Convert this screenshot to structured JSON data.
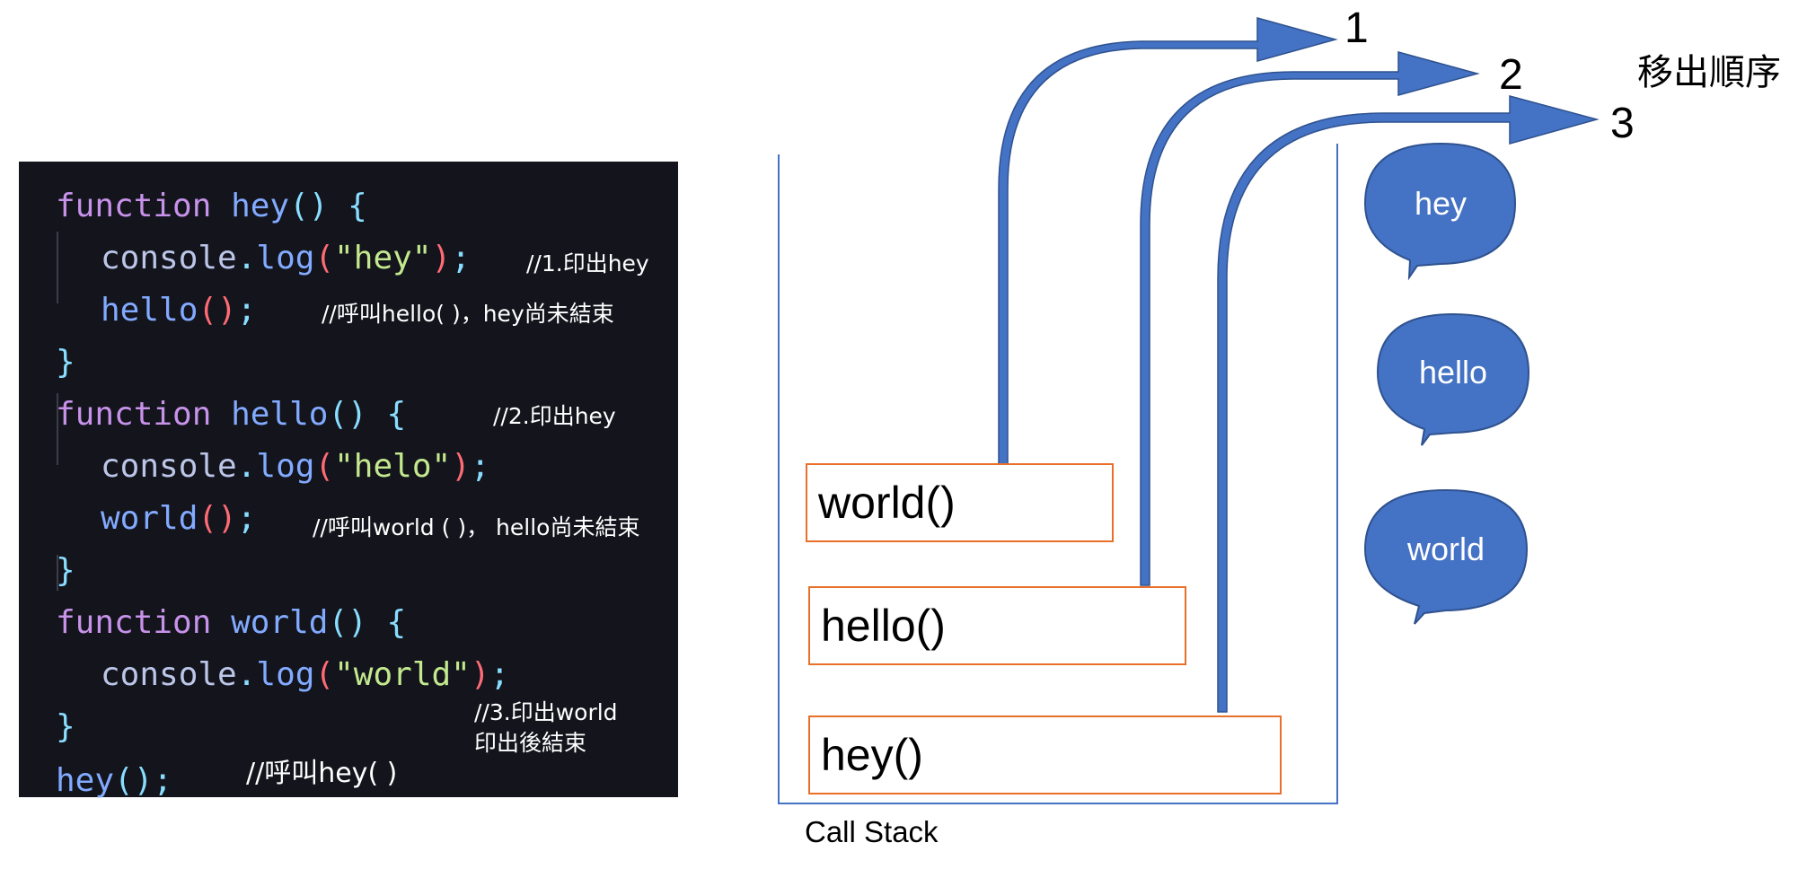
{
  "code": {
    "lines": [
      [
        {
          "t": "function",
          "c": "kw"
        },
        {
          "t": " hey",
          "c": "fn"
        },
        {
          "t": "()",
          "c": "pn"
        },
        {
          "t": " {",
          "c": "pn"
        }
      ],
      [
        {
          "t": "console",
          "c": "id"
        },
        {
          "t": ".",
          "c": "pn"
        },
        {
          "t": "log",
          "c": "fn"
        },
        {
          "t": "(",
          "c": "br"
        },
        {
          "t": "\"hey\"",
          "c": "st"
        },
        {
          "t": ")",
          "c": "br"
        },
        {
          "t": ";",
          "c": "pn"
        }
      ],
      [
        {
          "t": "hello",
          "c": "fn"
        },
        {
          "t": "()",
          "c": "br"
        },
        {
          "t": ";",
          "c": "pn"
        }
      ],
      [
        {
          "t": "}",
          "c": "pn"
        }
      ],
      [
        {
          "t": "function",
          "c": "kw"
        },
        {
          "t": " hello",
          "c": "fn"
        },
        {
          "t": "()",
          "c": "pn"
        },
        {
          "t": " {",
          "c": "pn"
        }
      ],
      [
        {
          "t": "console",
          "c": "id"
        },
        {
          "t": ".",
          "c": "pn"
        },
        {
          "t": "log",
          "c": "fn"
        },
        {
          "t": "(",
          "c": "br"
        },
        {
          "t": "\"helo\"",
          "c": "st"
        },
        {
          "t": ")",
          "c": "br"
        },
        {
          "t": ";",
          "c": "pn"
        }
      ],
      [
        {
          "t": "world",
          "c": "fn"
        },
        {
          "t": "()",
          "c": "br"
        },
        {
          "t": ";",
          "c": "pn"
        }
      ],
      [
        {
          "t": "}",
          "c": "pn"
        }
      ],
      [
        {
          "t": "function",
          "c": "kw"
        },
        {
          "t": " world",
          "c": "fn"
        },
        {
          "t": "()",
          "c": "pn"
        },
        {
          "t": " {",
          "c": "pn"
        }
      ],
      [
        {
          "t": "console",
          "c": "id"
        },
        {
          "t": ".",
          "c": "pn"
        },
        {
          "t": "log",
          "c": "fn"
        },
        {
          "t": "(",
          "c": "br"
        },
        {
          "t": "\"world\"",
          "c": "st"
        },
        {
          "t": ")",
          "c": "br"
        },
        {
          "t": ";",
          "c": "pn"
        }
      ],
      [
        {
          "t": "}",
          "c": "pn"
        }
      ],
      [
        {
          "t": "hey",
          "c": "fn"
        },
        {
          "t": "()",
          "c": "pn"
        },
        {
          "t": ";",
          "c": "pn"
        }
      ]
    ],
    "comments": {
      "c1": "//1.印出hey",
      "c2": "//呼叫hello( )，hey尚未結束",
      "c3": "//2.印出hey",
      "c4": "//呼叫world ( )， hello尚未結束",
      "c5a": "//3.印出world",
      "c5b": "印出後結束",
      "c6": "//呼叫hey( )"
    }
  },
  "stack": {
    "frames": [
      "world()",
      "hello()",
      "hey()"
    ],
    "label": "Call Stack"
  },
  "order": {
    "title": "移出順序",
    "numbers": [
      "1",
      "2",
      "3"
    ],
    "bubbles": [
      "hey",
      "hello",
      "world"
    ]
  },
  "colors": {
    "arrow": "#4472c4",
    "box_border": "#e8702a",
    "code_bg": "#13141c"
  }
}
